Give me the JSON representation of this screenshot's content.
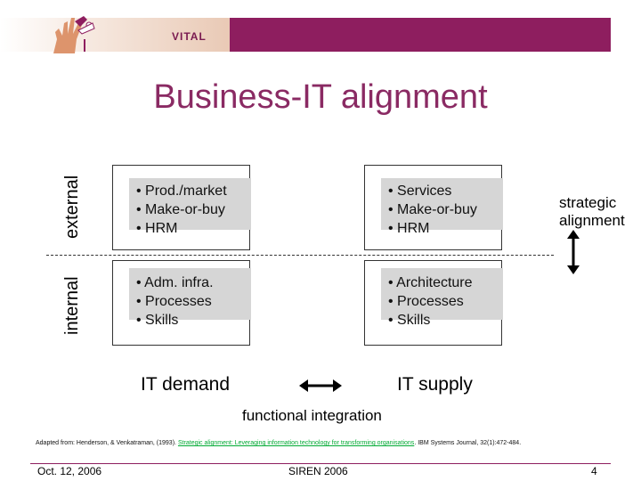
{
  "header": {
    "brand": "VITAL",
    "colors": {
      "band": "#8e1e5f",
      "title": "#8a2a63"
    }
  },
  "logo": {
    "icon": "fingers-logo-icon"
  },
  "title": "Business-IT alignment",
  "axis": {
    "external": "external",
    "internal": "internal"
  },
  "boxes": {
    "top_left": [
      "• Prod./market",
      "• Make-or-buy",
      "• HRM"
    ],
    "top_right": [
      "• Services",
      "• Make-or-buy",
      "• HRM"
    ],
    "bottom_left": [
      "• Adm. infra.",
      "• Processes",
      "• Skills"
    ],
    "bottom_right": [
      "• Architecture",
      "• Processes",
      "• Skills"
    ]
  },
  "strategic": [
    "strategic",
    "alignment"
  ],
  "it_demand": "IT demand",
  "it_supply": "IT supply",
  "functional": "functional integration",
  "citation": {
    "prefix": "Adapted from: Henderson, & Venkatraman, (1993). ",
    "link": "Strategic alignment: Leveraging information technology for transforming organisations",
    "suffix": ". IBM Systems Journal, 32(1):472-484."
  },
  "footer": {
    "date": "Oct. 12, 2006",
    "center": "SIREN 2006",
    "page": "4"
  }
}
